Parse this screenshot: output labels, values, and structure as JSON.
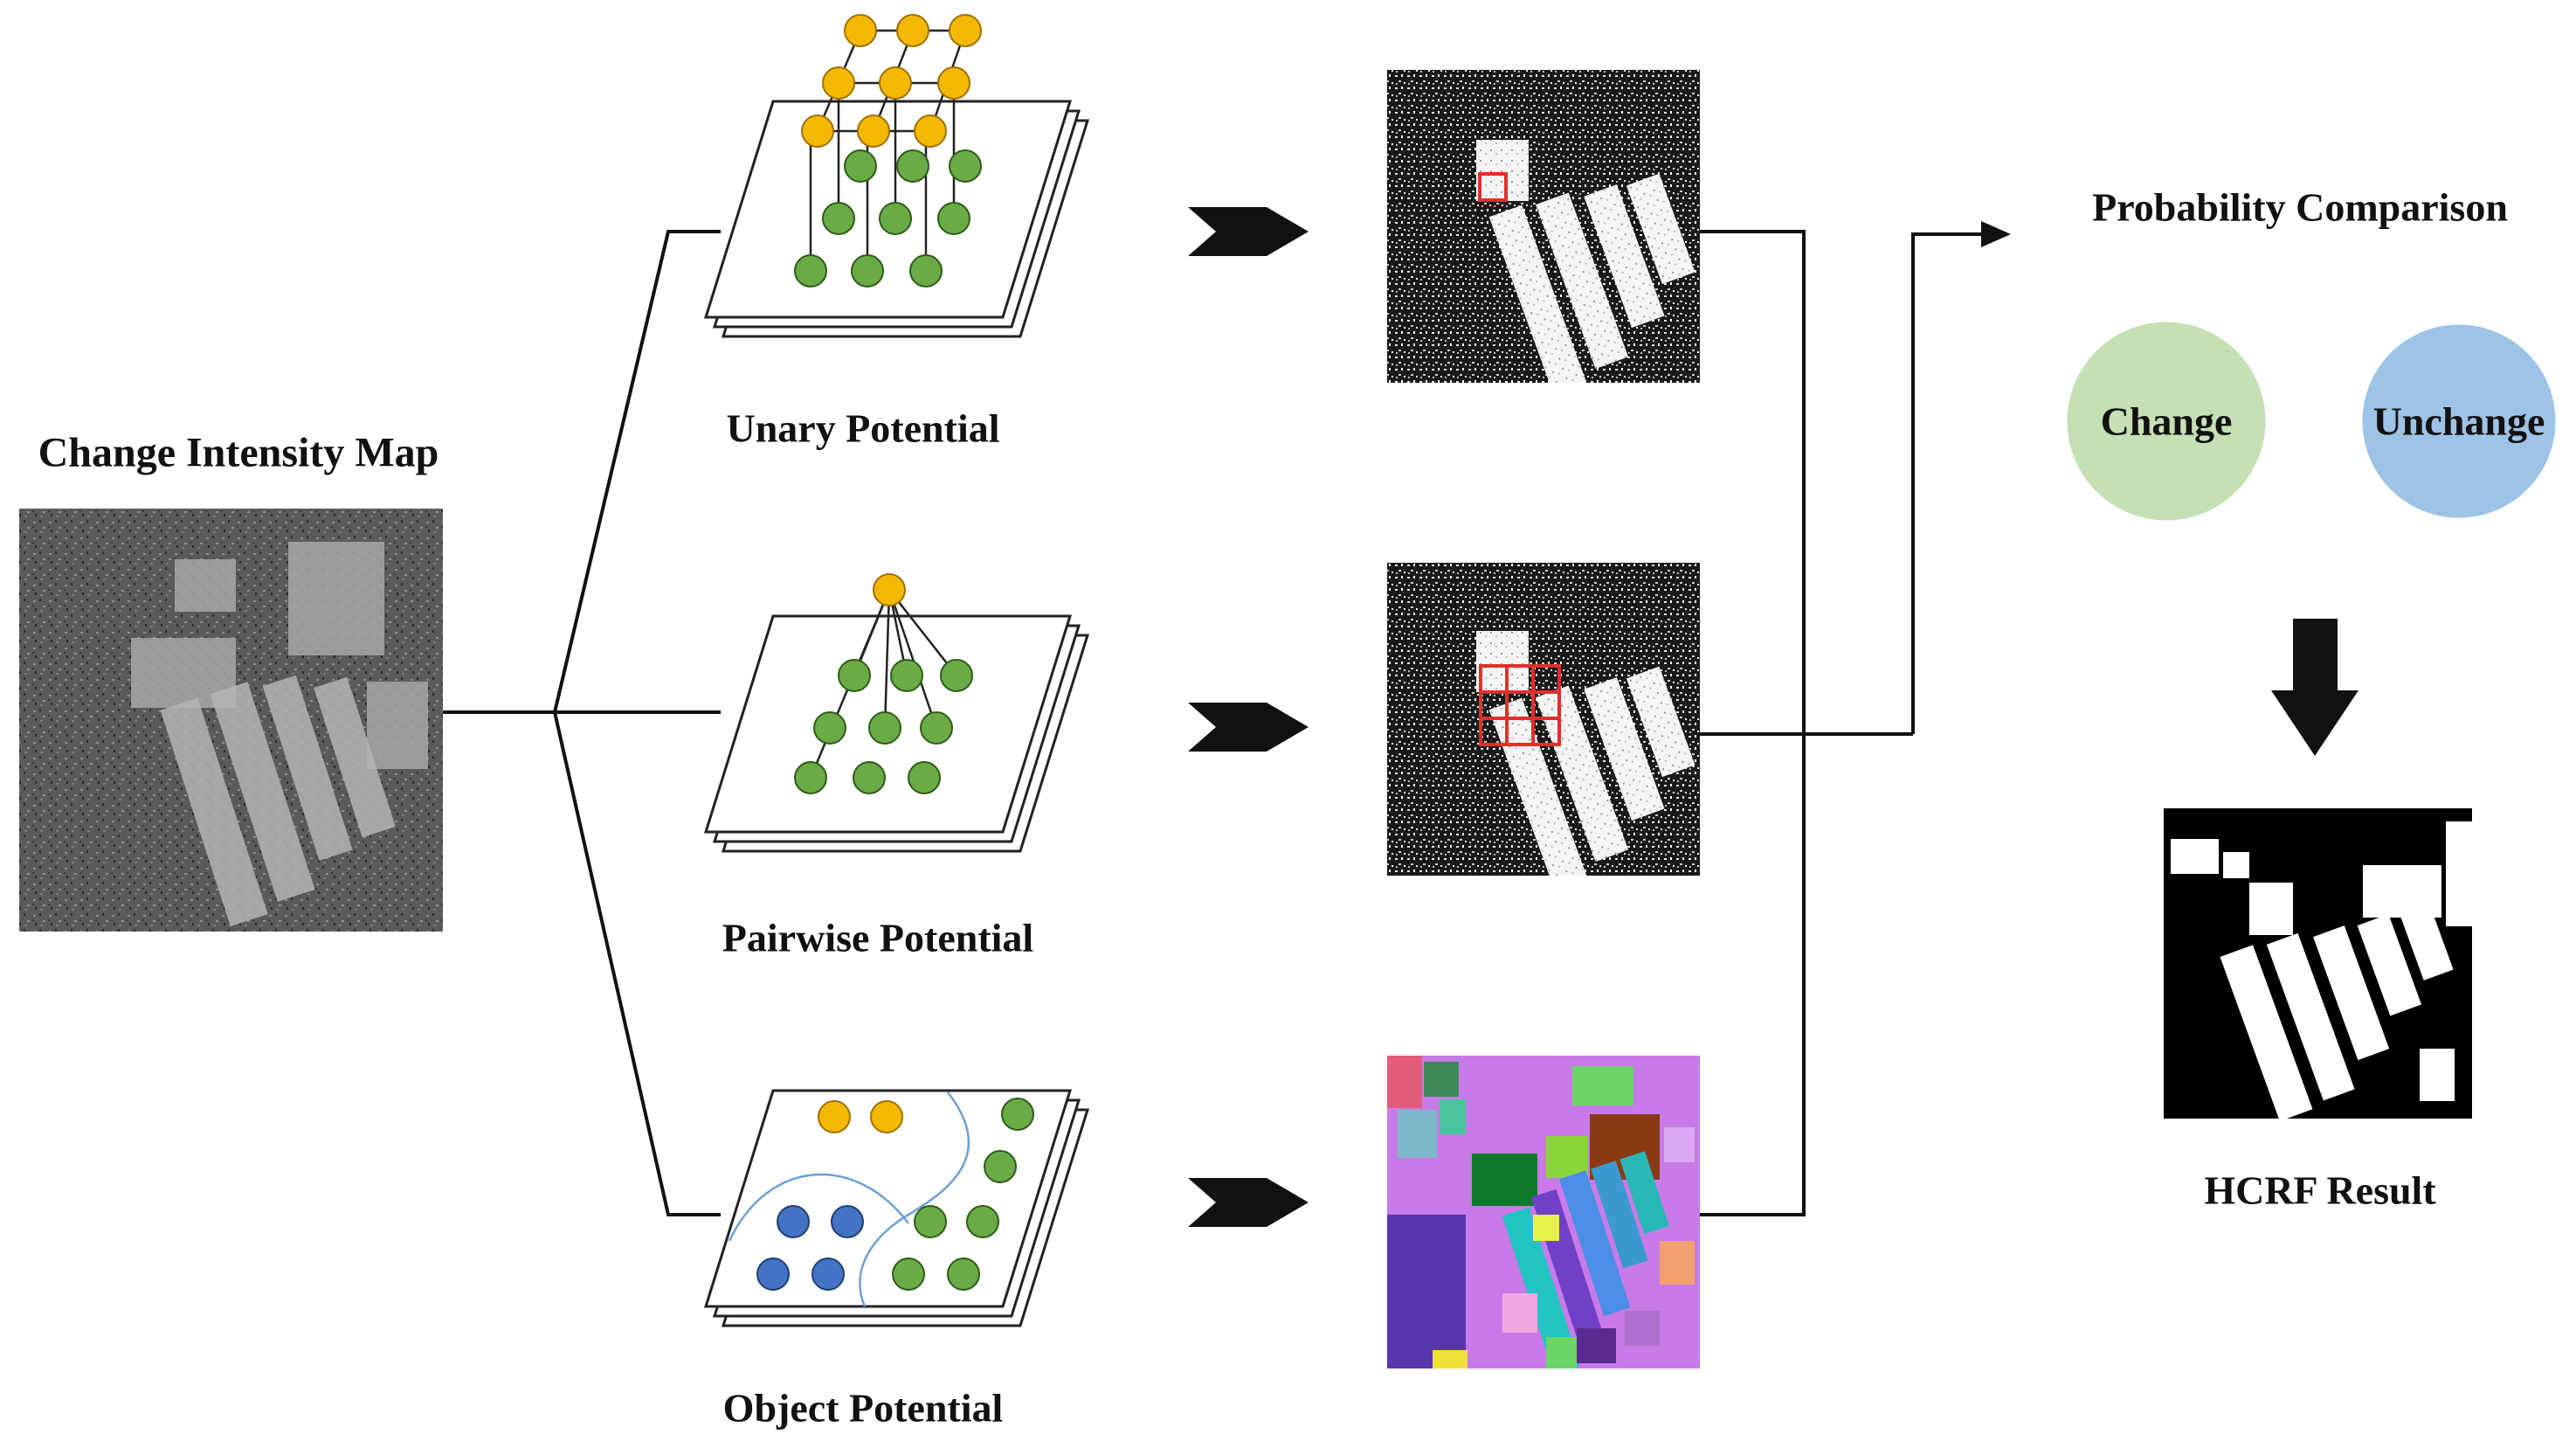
{
  "labels": {
    "change_intensity_map": "Change Intensity Map",
    "unary_potential": "Unary Potential",
    "pairwise_potential": "Pairwise Potential",
    "object_potential": "Object Potential",
    "probability_comparison": "Probability Comparison",
    "change": "Change",
    "unchange": "Unchange",
    "hcrf_result": "HCRF Result"
  },
  "colors": {
    "yellow_node": "#f5b800",
    "green_node": "#6aab46",
    "blue_node": "#4472c4",
    "change_circle": "#c5e0b4",
    "unchange_circle": "#9dc3e6",
    "grid_outline": "#e0302a",
    "arrow": "#111111"
  },
  "icons": {
    "flow_arrow": "chevron-right-arrow-icon",
    "down_arrow": "down-arrow-icon"
  }
}
